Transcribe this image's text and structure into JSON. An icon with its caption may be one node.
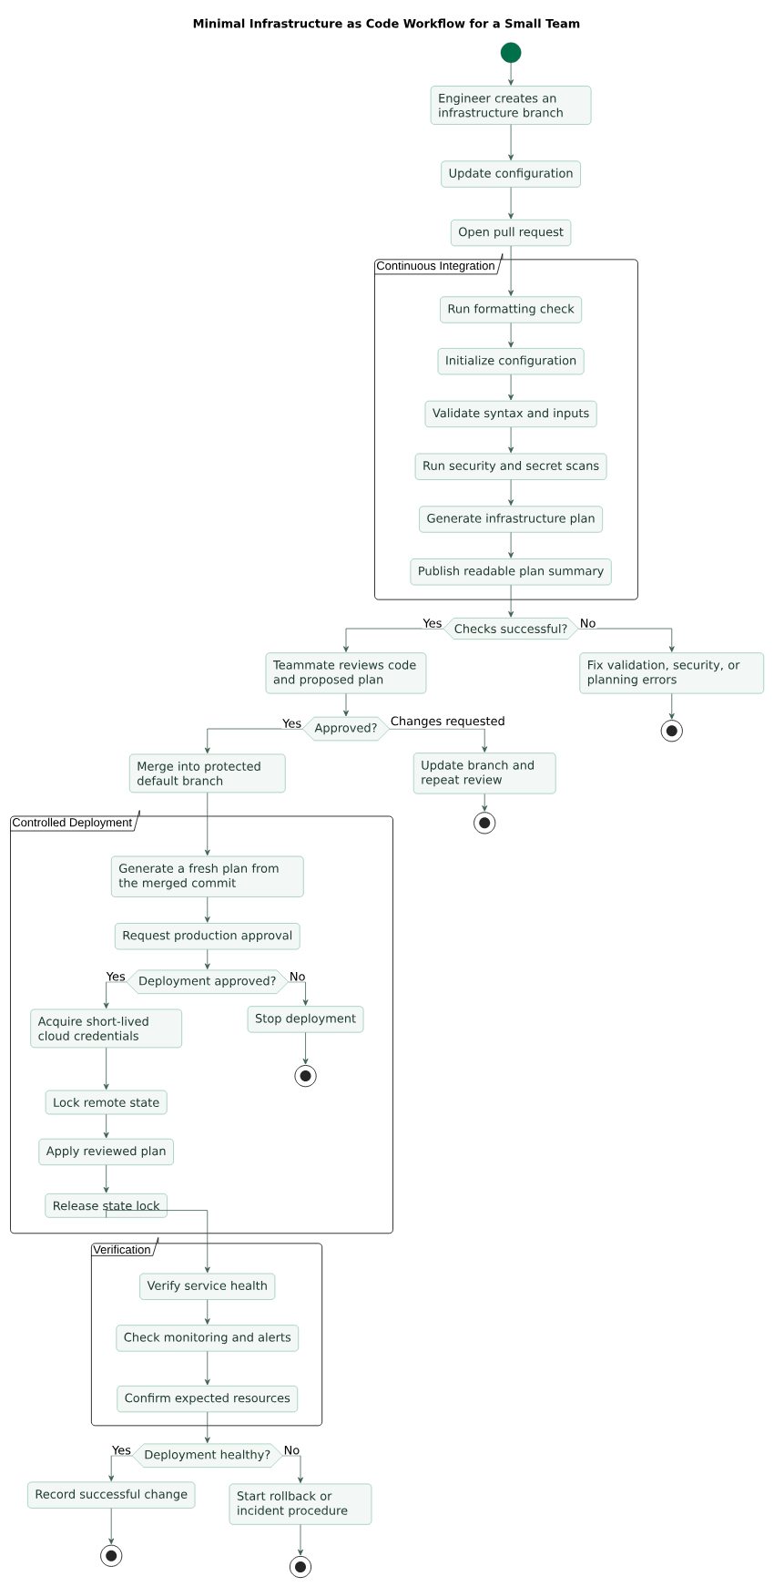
{
  "diagram": {
    "title": "Minimal Infrastructure as Code Workflow for a Small Team",
    "nodes": [
      {
        "text": [],
        "shape": "circle"
      },
      {
        "text": [
          "Engineer creates an infrastructure branch"
        ]
      },
      {
        "text": [
          "Update configuration"
        ]
      },
      {
        "text": [
          "Open pull request"
        ]
      },
      {
        "text": [
          "Continuous Integration"
        ]
      },
      {
        "text": [
          "Run formatting check"
        ],
        "in": 4
      },
      {
        "text": [
          "Initialize configuration"
        ],
        "in": 4
      },
      {
        "text": [
          "Validate syntax and inputs"
        ],
        "in": 4
      },
      {
        "text": [
          "Run security and secret scans"
        ],
        "in": 4
      },
      {
        "text": [
          "Generate infrastructure plan"
        ],
        "in": 4
      },
      {
        "text": [
          "Publish readable plan summary"
        ],
        "in": 4
      },
      {
        "text": [
          "Checks successful?"
        ]
      },
      {
        "text": [
          "Teammate reviews code and proposed plan"
        ]
      },
      {
        "text": [
          "Fix validation, security, or planning errors"
        ]
      },
      {
        "text": [],
        "shape": "circle"
      },
      {
        "text": [
          "Approved?"
        ]
      },
      {
        "text": [
          "Merge into protected default branch"
        ]
      },
      {
        "text": [
          "Update branch and repeat review"
        ]
      },
      {
        "text": [],
        "shape": "circle"
      },
      {
        "text": [
          "Controlled Deployment"
        ]
      },
      {
        "text": [
          "Generate a fresh plan from the merged commit"
        ],
        "in": 19
      },
      {
        "text": [
          "Request production approval"
        ],
        "in": 19
      },
      {
        "text": [
          "Deployment approved?"
        ],
        "in": 19
      },
      {
        "text": [
          "Acquire short-lived cloud credentials"
        ],
        "in": 19
      },
      {
        "text": [
          "Stop deployment"
        ],
        "in": 19
      },
      {
        "text": [],
        "shape": "circle",
        "in": 19
      },
      {
        "text": [
          "Lock remote state"
        ],
        "in": 19
      },
      {
        "text": [
          "Apply reviewed plan"
        ],
        "in": 19
      },
      {
        "text": [
          "Release state lock"
        ],
        "in": 19
      },
      {
        "text": [
          "Verification"
        ]
      },
      {
        "text": [
          "Verify service health"
        ],
        "in": 29
      },
      {
        "text": [
          "Check monitoring and alerts"
        ],
        "in": 29
      },
      {
        "text": [
          "Confirm expected resources"
        ],
        "in": 29
      },
      {
        "text": [
          "Deployment healthy?"
        ]
      },
      {
        "text": [
          "Record successful change"
        ]
      },
      {
        "text": [
          "Start rollback or incident procedure"
        ]
      },
      {
        "text": [],
        "shape": "circle"
      },
      {
        "text": [],
        "shape": "circle"
      }
    ],
    "edges": [
      {
        "from": 0,
        "to": 1,
        "arrow": "to"
      },
      {
        "from": 1,
        "to": 2,
        "arrow": "to"
      },
      {
        "from": 2,
        "to": 3,
        "arrow": "to"
      },
      {
        "from": 3,
        "to": 5,
        "arrow": "to"
      },
      {
        "from": 5,
        "to": 6,
        "arrow": "to"
      },
      {
        "from": 6,
        "to": 7,
        "arrow": "to"
      },
      {
        "from": 7,
        "to": 8,
        "arrow": "to"
      },
      {
        "from": 8,
        "to": 9,
        "arrow": "to"
      },
      {
        "from": 9,
        "to": 10,
        "arrow": "to"
      },
      {
        "from": 10,
        "to": 11,
        "arrow": "to"
      },
      {
        "from": 11,
        "to": 12,
        "arrow": "to",
        "label": "Yes"
      },
      {
        "from": 11,
        "to": 13,
        "arrow": "to",
        "label": "No"
      },
      {
        "from": 13,
        "to": 14,
        "arrow": "to"
      },
      {
        "from": 12,
        "to": 15,
        "arrow": "to"
      },
      {
        "from": 15,
        "to": 16,
        "arrow": "to",
        "label": "Yes"
      },
      {
        "from": 15,
        "to": 17,
        "arrow": "to",
        "label": "Changes requested"
      },
      {
        "from": 17,
        "to": 18,
        "arrow": "to"
      },
      {
        "from": 16,
        "to": 20,
        "arrow": "to"
      },
      {
        "from": 20,
        "to": 21,
        "arrow": "to"
      },
      {
        "from": 21,
        "to": 22,
        "arrow": "to"
      },
      {
        "from": 22,
        "to": 23,
        "arrow": "to",
        "label": "Yes"
      },
      {
        "from": 22,
        "to": 24,
        "arrow": "to",
        "label": "No"
      },
      {
        "from": 24,
        "to": 25,
        "arrow": "to"
      },
      {
        "from": 23,
        "to": 26,
        "arrow": "to"
      },
      {
        "from": 26,
        "to": 27,
        "arrow": "to"
      },
      {
        "from": 27,
        "to": 28,
        "arrow": "to"
      },
      {
        "from": 28,
        "to": 30,
        "arrow": "to"
      },
      {
        "from": 30,
        "to": 31,
        "arrow": "to"
      },
      {
        "from": 31,
        "to": 32,
        "arrow": "to"
      },
      {
        "from": 32,
        "to": 33,
        "arrow": "to"
      },
      {
        "from": 33,
        "to": 34,
        "arrow": "to",
        "label": "Yes"
      },
      {
        "from": 33,
        "to": 35,
        "arrow": "to",
        "label": "No"
      },
      {
        "from": 34,
        "to": 36,
        "arrow": "to"
      },
      {
        "from": 35,
        "to": 37,
        "arrow": "to"
      }
    ]
  }
}
